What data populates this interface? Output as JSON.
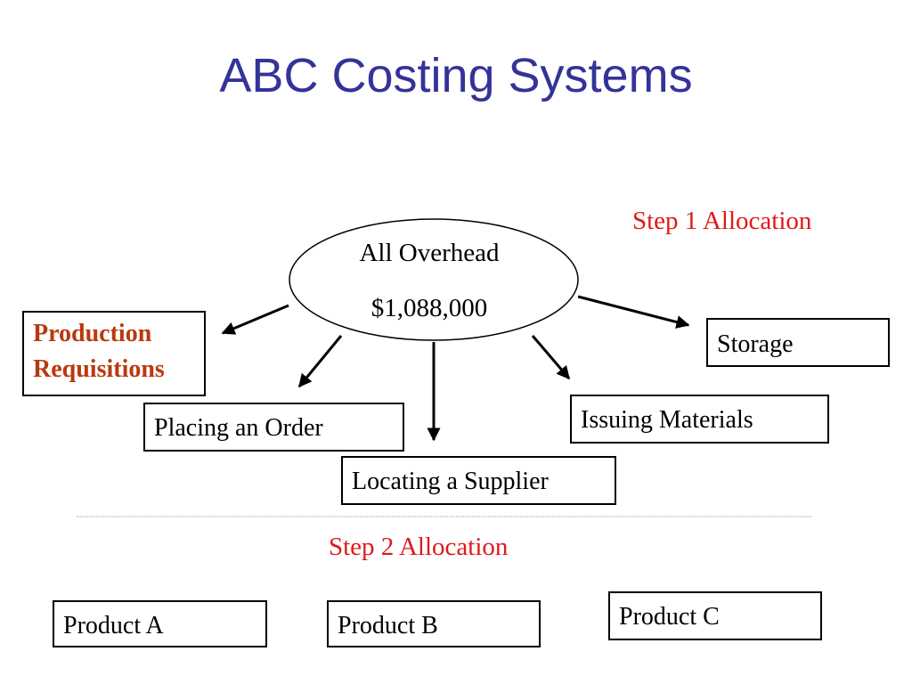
{
  "title": "ABC Costing Systems",
  "step1_label": "Step 1 Allocation",
  "step2_label": "Step 2 Allocation",
  "overhead": {
    "label": "All Overhead",
    "amount": "$1,088,000"
  },
  "activities": {
    "production_line1": "Production",
    "production_line2": "Requisitions",
    "placing_order": "Placing an Order",
    "locating_supplier": "Locating a Supplier",
    "issuing_materials": "Issuing Materials",
    "storage": "Storage"
  },
  "products": {
    "a": "Product A",
    "b": "Product B",
    "c": "Product C"
  },
  "colors": {
    "title": "#333399",
    "step_label": "#e0191b",
    "production_text": "#b83a0f",
    "text": "#000000",
    "divider": "#9a9a9a"
  }
}
